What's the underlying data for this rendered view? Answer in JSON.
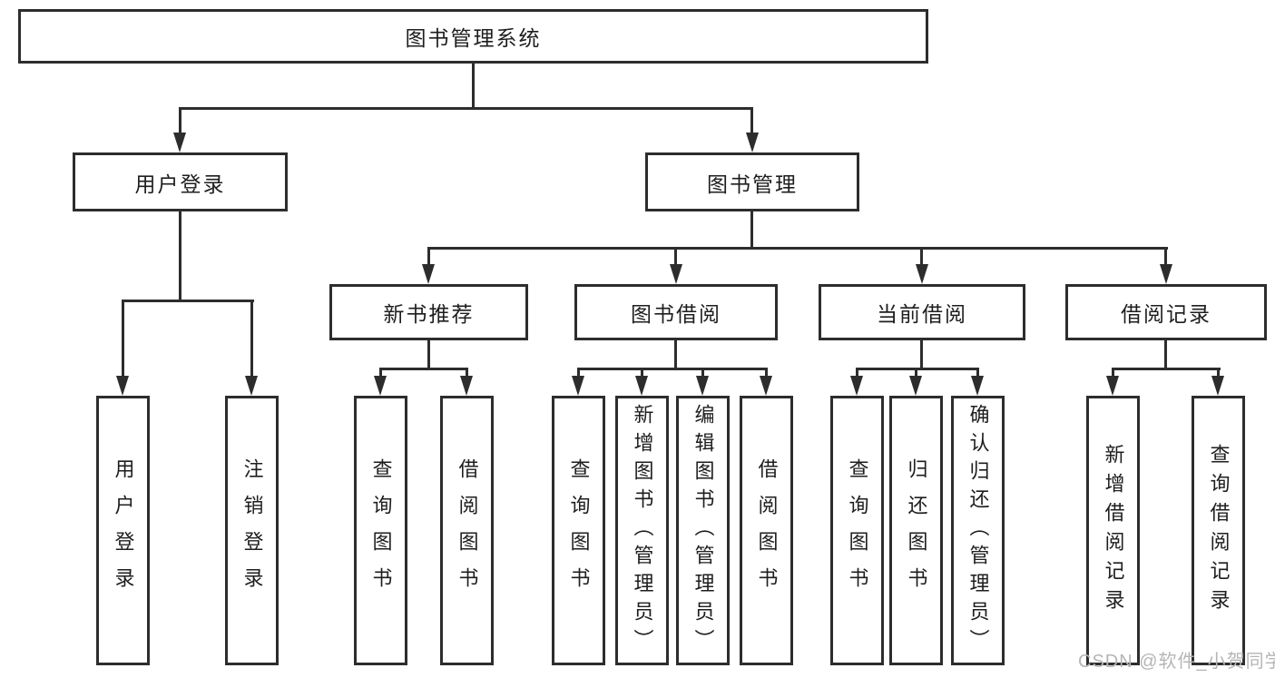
{
  "tree": {
    "label": "图书管理系统",
    "children": [
      {
        "label": "用户登录",
        "children": [
          {
            "label": "用户登录"
          },
          {
            "label": "注销登录"
          }
        ]
      },
      {
        "label": "图书管理",
        "children": [
          {
            "label": "新书推荐",
            "children": [
              {
                "label": "查询图书"
              },
              {
                "label": "借阅图书"
              }
            ]
          },
          {
            "label": "图书借阅",
            "children": [
              {
                "label": "查询图书"
              },
              {
                "label": "新增图书（管理员）"
              },
              {
                "label": "编辑图书（管理员）"
              },
              {
                "label": "借阅图书"
              }
            ]
          },
          {
            "label": "当前借阅",
            "children": [
              {
                "label": "查询图书"
              },
              {
                "label": "归还图书"
              },
              {
                "label": "确认归还（管理员）"
              }
            ]
          },
          {
            "label": "借阅记录",
            "children": [
              {
                "label": "新增借阅记录"
              },
              {
                "label": "查询借阅记录"
              }
            ]
          }
        ]
      }
    ]
  },
  "watermark": "CSDN @软件_小贺同学",
  "colors": {
    "line": "#2d2d2d",
    "text": "#1e1e1e",
    "watermark": "#b5b5b5",
    "background": "#ffffff"
  }
}
